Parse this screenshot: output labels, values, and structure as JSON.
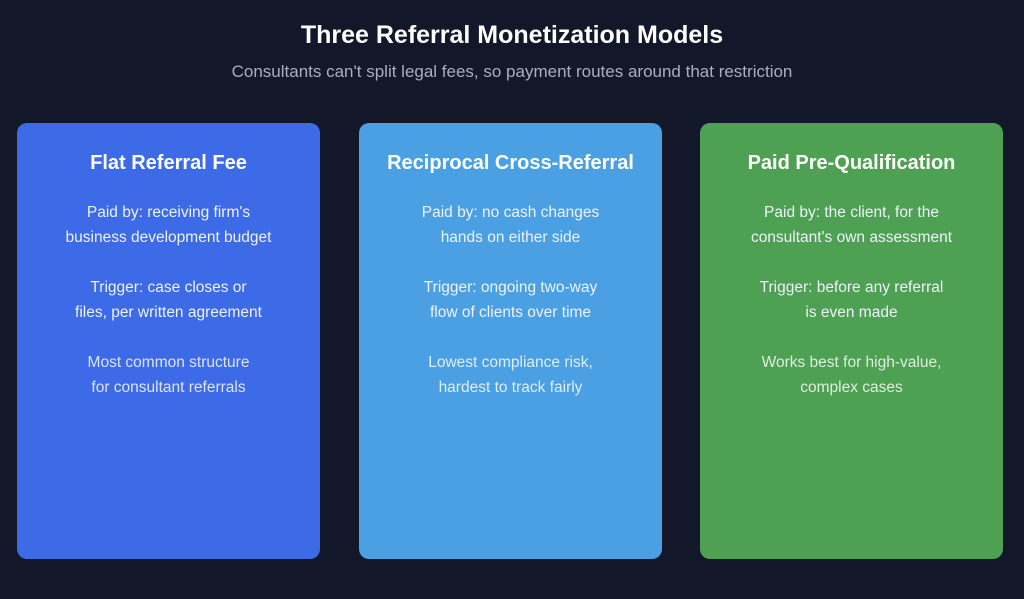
{
  "header": {
    "title": "Three Referral Monetization Models",
    "subtitle": "Consultants can't split legal fees, so payment routes around that restriction"
  },
  "colors": {
    "background": "#121829",
    "card_flat": "#3d6ae6",
    "card_reciprocal": "#4aa0e2",
    "card_paid": "#4ea053"
  },
  "cards": [
    {
      "title": "Flat Referral Fee",
      "paid_by": [
        "Paid by: receiving firm's",
        "business development budget"
      ],
      "trigger": [
        "Trigger: case closes or",
        "files, per written agreement"
      ],
      "note": [
        "Most common structure",
        "for consultant referrals"
      ]
    },
    {
      "title": "Reciprocal Cross-Referral",
      "paid_by": [
        "Paid by: no cash changes",
        "hands on either side"
      ],
      "trigger": [
        "Trigger: ongoing two-way",
        "flow of clients over time"
      ],
      "note": [
        "Lowest compliance risk,",
        "hardest to track fairly"
      ]
    },
    {
      "title": "Paid Pre-Qualification",
      "paid_by": [
        "Paid by: the client, for the",
        "consultant's own assessment"
      ],
      "trigger": [
        "Trigger: before any referral",
        "is even made"
      ],
      "note": [
        "Works best for high-value,",
        "complex cases"
      ]
    }
  ]
}
